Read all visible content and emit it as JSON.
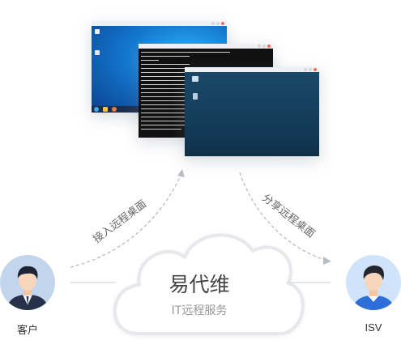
{
  "left_person": {
    "label": "客户",
    "icon": "businessman-avatar-icon"
  },
  "right_person": {
    "label": "ISV",
    "icon": "developer-avatar-icon"
  },
  "center": {
    "title": "易代维",
    "subtitle": "IT远程服务"
  },
  "flows": {
    "left": "接入远程桌面",
    "right": "分享远程桌面"
  },
  "colors": {
    "arrow": "#b7bcc6",
    "cloud_stroke": "#e6e8eb",
    "terminal_bg": "#111111",
    "desktop_blue": "#1377cf",
    "remote_bg": "#163f5d"
  }
}
